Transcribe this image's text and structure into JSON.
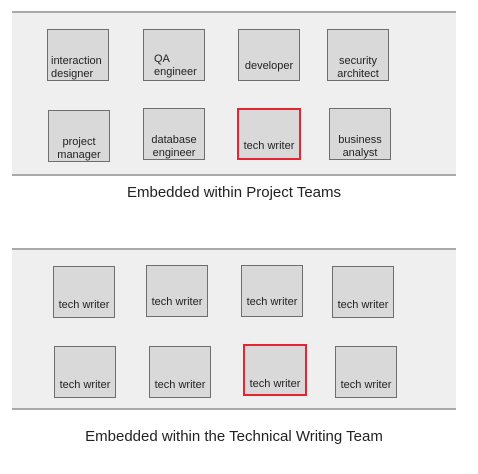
{
  "sections": [
    {
      "boxes": [
        {
          "label": "interaction\ndesigner",
          "highlight": false
        },
        {
          "label": "QA\nengineer",
          "highlight": false
        },
        {
          "label": "developer",
          "highlight": false
        },
        {
          "label": "security\narchitect",
          "highlight": false
        },
        {
          "label": "project\nmanager",
          "highlight": false
        },
        {
          "label": "database\nengineer",
          "highlight": false
        },
        {
          "label": "tech writer",
          "highlight": true
        },
        {
          "label": "business\nanalyst",
          "highlight": false
        }
      ],
      "caption": "Embedded within Project Teams"
    },
    {
      "boxes": [
        {
          "label": "tech writer",
          "highlight": false
        },
        {
          "label": "tech writer",
          "highlight": false
        },
        {
          "label": "tech writer",
          "highlight": false
        },
        {
          "label": "tech writer",
          "highlight": false
        },
        {
          "label": "tech writer",
          "highlight": false
        },
        {
          "label": "tech writer",
          "highlight": false
        },
        {
          "label": "tech writer",
          "highlight": true
        },
        {
          "label": "tech writer",
          "highlight": false
        }
      ],
      "caption": "Embedded within the Technical Writing Team"
    }
  ],
  "colors": {
    "panel": "#efefef",
    "panel_border": "#a9a9a9",
    "box_fill": "#d9d9d9",
    "box_border": "#6e6e6e",
    "highlight_border": "#e52530"
  }
}
